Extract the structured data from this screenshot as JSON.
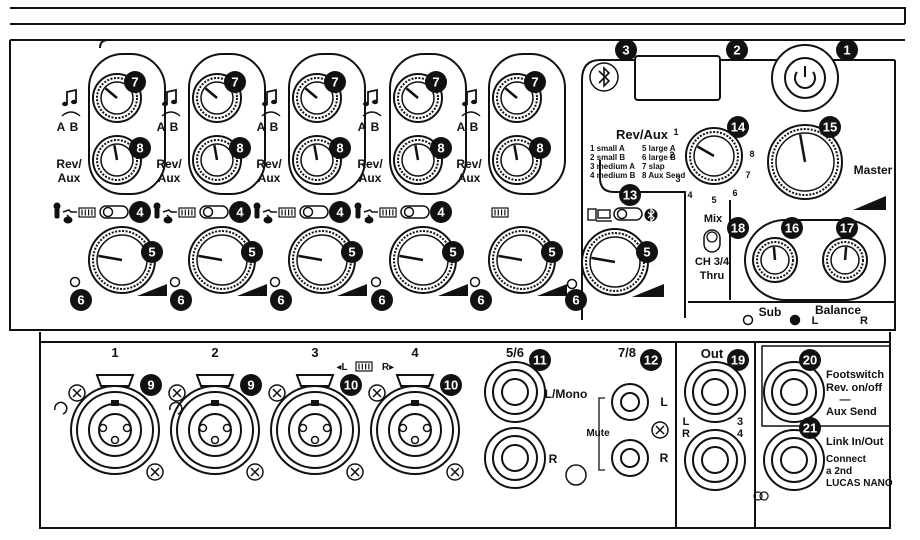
{
  "channels_top": {
    "ab_labels": [
      "A",
      "B"
    ],
    "rev_aux_label": [
      "Rev/",
      "Aux"
    ],
    "callouts": {
      "tone": "7",
      "rev": "8",
      "input_switch": "4",
      "gain": "5",
      "clip_led": "6"
    }
  },
  "header": {
    "bluetooth_callout": "3",
    "display_callout": "2",
    "power_callout": "1"
  },
  "effects": {
    "title": "Rev/Aux",
    "legend_left": [
      "1 small A",
      "2 small B",
      "3 medium A",
      "4 medium B"
    ],
    "legend_right": [
      "5 large A",
      "6 large B",
      "7 slap",
      "8 Aux Send"
    ],
    "dial_numbers": [
      "1",
      "2",
      "3",
      "4",
      "5",
      "6",
      "7",
      "8"
    ],
    "callout": "14"
  },
  "master": {
    "label": "Master",
    "callout": "15"
  },
  "mix_thru": {
    "mix": "Mix",
    "thru": [
      "CH 3/4",
      "Thru"
    ],
    "callout": "18"
  },
  "sub": {
    "label": "Sub",
    "callout": "16"
  },
  "balance": {
    "label": "Balance",
    "left": "L",
    "right": "R",
    "callout": "17"
  },
  "source_switch": {
    "callout": "13"
  },
  "inputs": {
    "numbers": [
      "1",
      "2",
      "3",
      "4"
    ],
    "combo_callouts": [
      "9",
      "9",
      "10",
      "10"
    ],
    "stereo_label": {
      "l": "◂L",
      "r": "R▸"
    }
  },
  "ch56": {
    "title": "5/6",
    "mono": "L/Mono",
    "r": "R",
    "callout": "11"
  },
  "ch78": {
    "title": "7/8",
    "l": "L",
    "r": "R",
    "mute": "Mute",
    "callout": "12"
  },
  "out": {
    "title": "Out",
    "l": "L",
    "r": "R",
    "three": "3",
    "four": "4",
    "callout": "19"
  },
  "footswitch": {
    "lines": [
      "Footswitch",
      "Rev. on/off"
    ],
    "dash": "—",
    "aux": "Aux Send",
    "callout": "20"
  },
  "link": {
    "lines": [
      "Link In/Out",
      "Connect",
      "a 2nd",
      "LUCAS NANO"
    ],
    "callout": "21"
  }
}
